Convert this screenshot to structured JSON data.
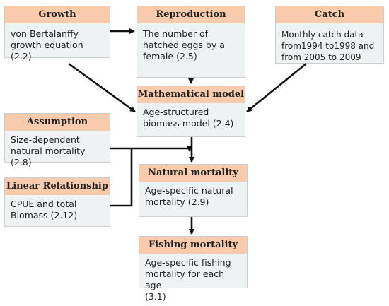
{
  "nodes": {
    "growth": {
      "title": "Growth",
      "text": "von Bertalanffy\ngrowth equation (2.2)"
    },
    "reproduction": {
      "title": "Reproduction",
      "text": "The number of\nhatched eggs by a\nfemale (2.5)"
    },
    "catch": {
      "title": "Catch",
      "text": "Monthly catch data\nfrom1994 to1998 and\nfrom 2005 to 2009"
    },
    "math_model": {
      "title": "Mathematical model",
      "text": "Age-structured\nbiomass model (2.4)"
    },
    "assumption": {
      "title": "Assumption",
      "text": "Size-dependent\nnatural mortality (2.8)"
    },
    "natural_mortality": {
      "title": "Natural mortality",
      "text": "Age-specific natural\nmortality (2.9)"
    },
    "linear_relationship": {
      "title": "Linear Relationship",
      "text": "CPUE and total\nBiomass (2.12)"
    },
    "fishing_mortality": {
      "title": "Fishing mortality",
      "text": "Age-specific fishing\nmortality for each age\n(3.1)"
    }
  },
  "colors": {
    "header": "#f9cbad",
    "box": "#eef2f3",
    "arrow": "#111111"
  }
}
